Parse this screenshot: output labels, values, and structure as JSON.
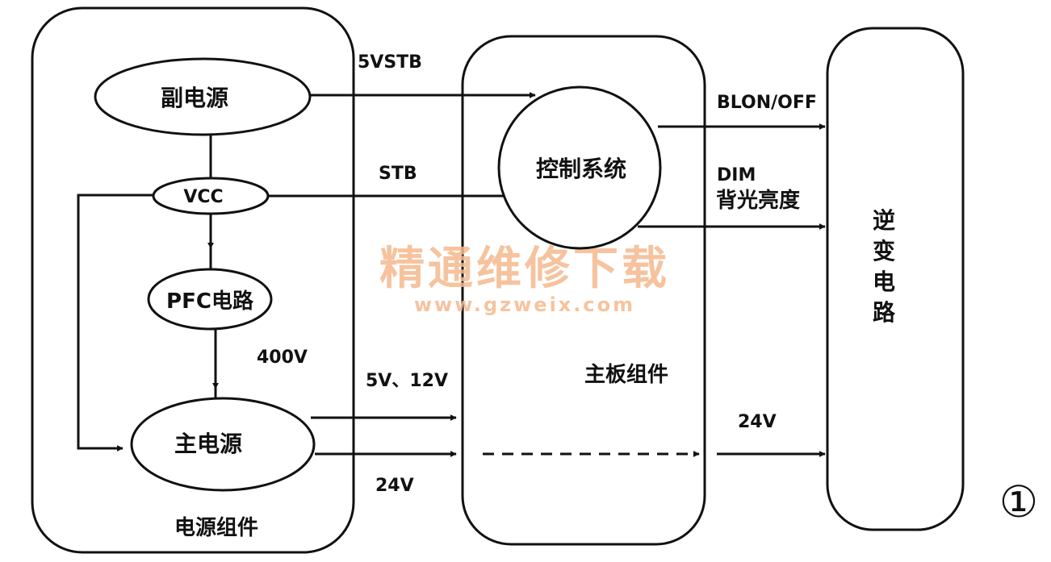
{
  "colors": {
    "ink": "#111111",
    "background": "#ffffff",
    "watermark": "#f5b98e"
  },
  "blocks": {
    "power_assembly": "电源组件",
    "mainboard_assembly": "主板组件",
    "inverter_lines": [
      "逆",
      "变",
      "电",
      "路"
    ]
  },
  "nodes": {
    "aux_power": "副电源",
    "vcc": "VCC",
    "pfc": "PFC电路",
    "main_power": "主电源",
    "control_system": "控制系统"
  },
  "signals": {
    "standby_5v": "5VSTB",
    "stb": "STB",
    "bl_onoff": "BLON/OFF",
    "dim": "DIM",
    "dim_desc": "背光亮度",
    "v400": "400V",
    "v5_12": "5V、12V",
    "v24_left": "24V",
    "v24_right": "24V"
  },
  "watermark": {
    "cn": "精通维修下载",
    "url": "www.gzweix.com"
  },
  "figure_number": "①"
}
